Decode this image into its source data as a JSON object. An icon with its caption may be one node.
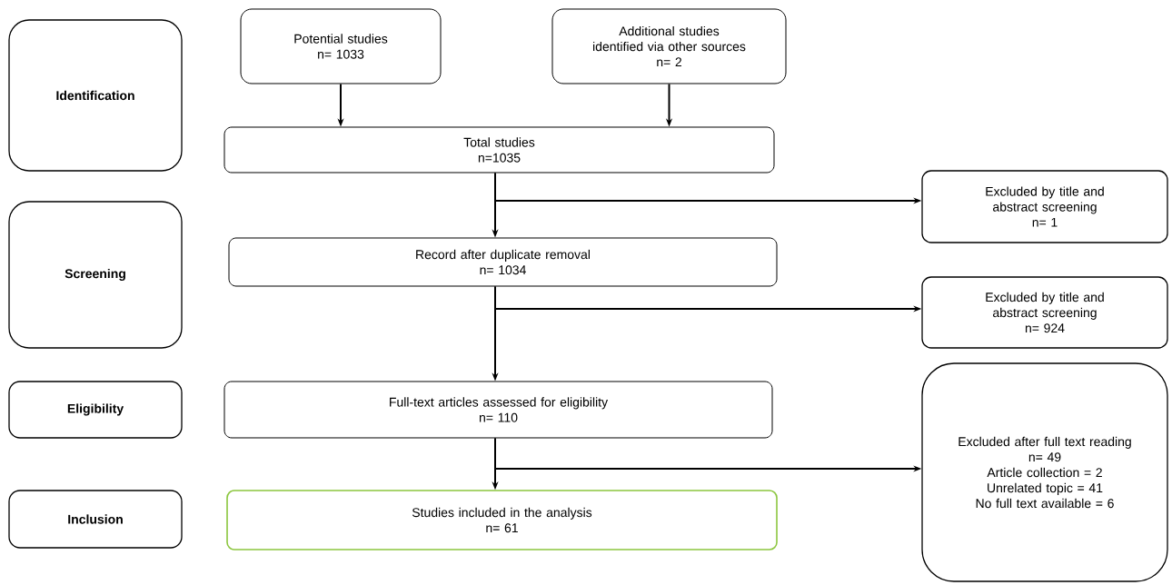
{
  "diagram": {
    "nodes": [
      {
        "text": [
          "Identification"
        ]
      },
      {
        "text": [
          "Screening"
        ]
      },
      {
        "text": [
          "Eligibility"
        ]
      },
      {
        "text": [
          "Inclusion"
        ]
      },
      {
        "text": [
          "Potential studies",
          "n=   1033"
        ]
      },
      {
        "text": [
          "Additional studies identified via other sources",
          "n=   2"
        ]
      },
      {
        "text": [
          "Total studies",
          "n=1035"
        ]
      },
      {
        "text": [
          "Excluded by title and abstract screening",
          "n=   1"
        ]
      },
      {
        "text": [
          "Record after duplicate removal",
          "n= 1034"
        ]
      },
      {
        "text": [
          "Excluded by title and abstract screening",
          "n=   924"
        ]
      },
      {
        "text": [
          "Full-text articles assessed for eligibility",
          "n= 110"
        ]
      },
      {
        "text": [
          "Excluded after full text reading",
          "n=  49",
          "Article collection = 2",
          "Unrelated topic = 41",
          "No full text available = 6"
        ]
      },
      {
        "text": [
          "Studies included in the analysis",
          "n= 61"
        ]
      }
    ],
    "edges": [
      {
        "from": 4,
        "to": 6,
        "arrow": "to"
      },
      {
        "from": 5,
        "to": 6,
        "arrow": "to"
      },
      {
        "from": 6,
        "to": 8,
        "arrow": "to"
      },
      {
        "from": 6,
        "to": 7,
        "arrow": "to"
      },
      {
        "from": 8,
        "to": 10,
        "arrow": "to"
      },
      {
        "from": 8,
        "to": 9,
        "arrow": "to"
      },
      {
        "from": 10,
        "to": 12,
        "arrow": "to"
      },
      {
        "from": 10,
        "to": 11,
        "arrow": "to"
      }
    ]
  }
}
